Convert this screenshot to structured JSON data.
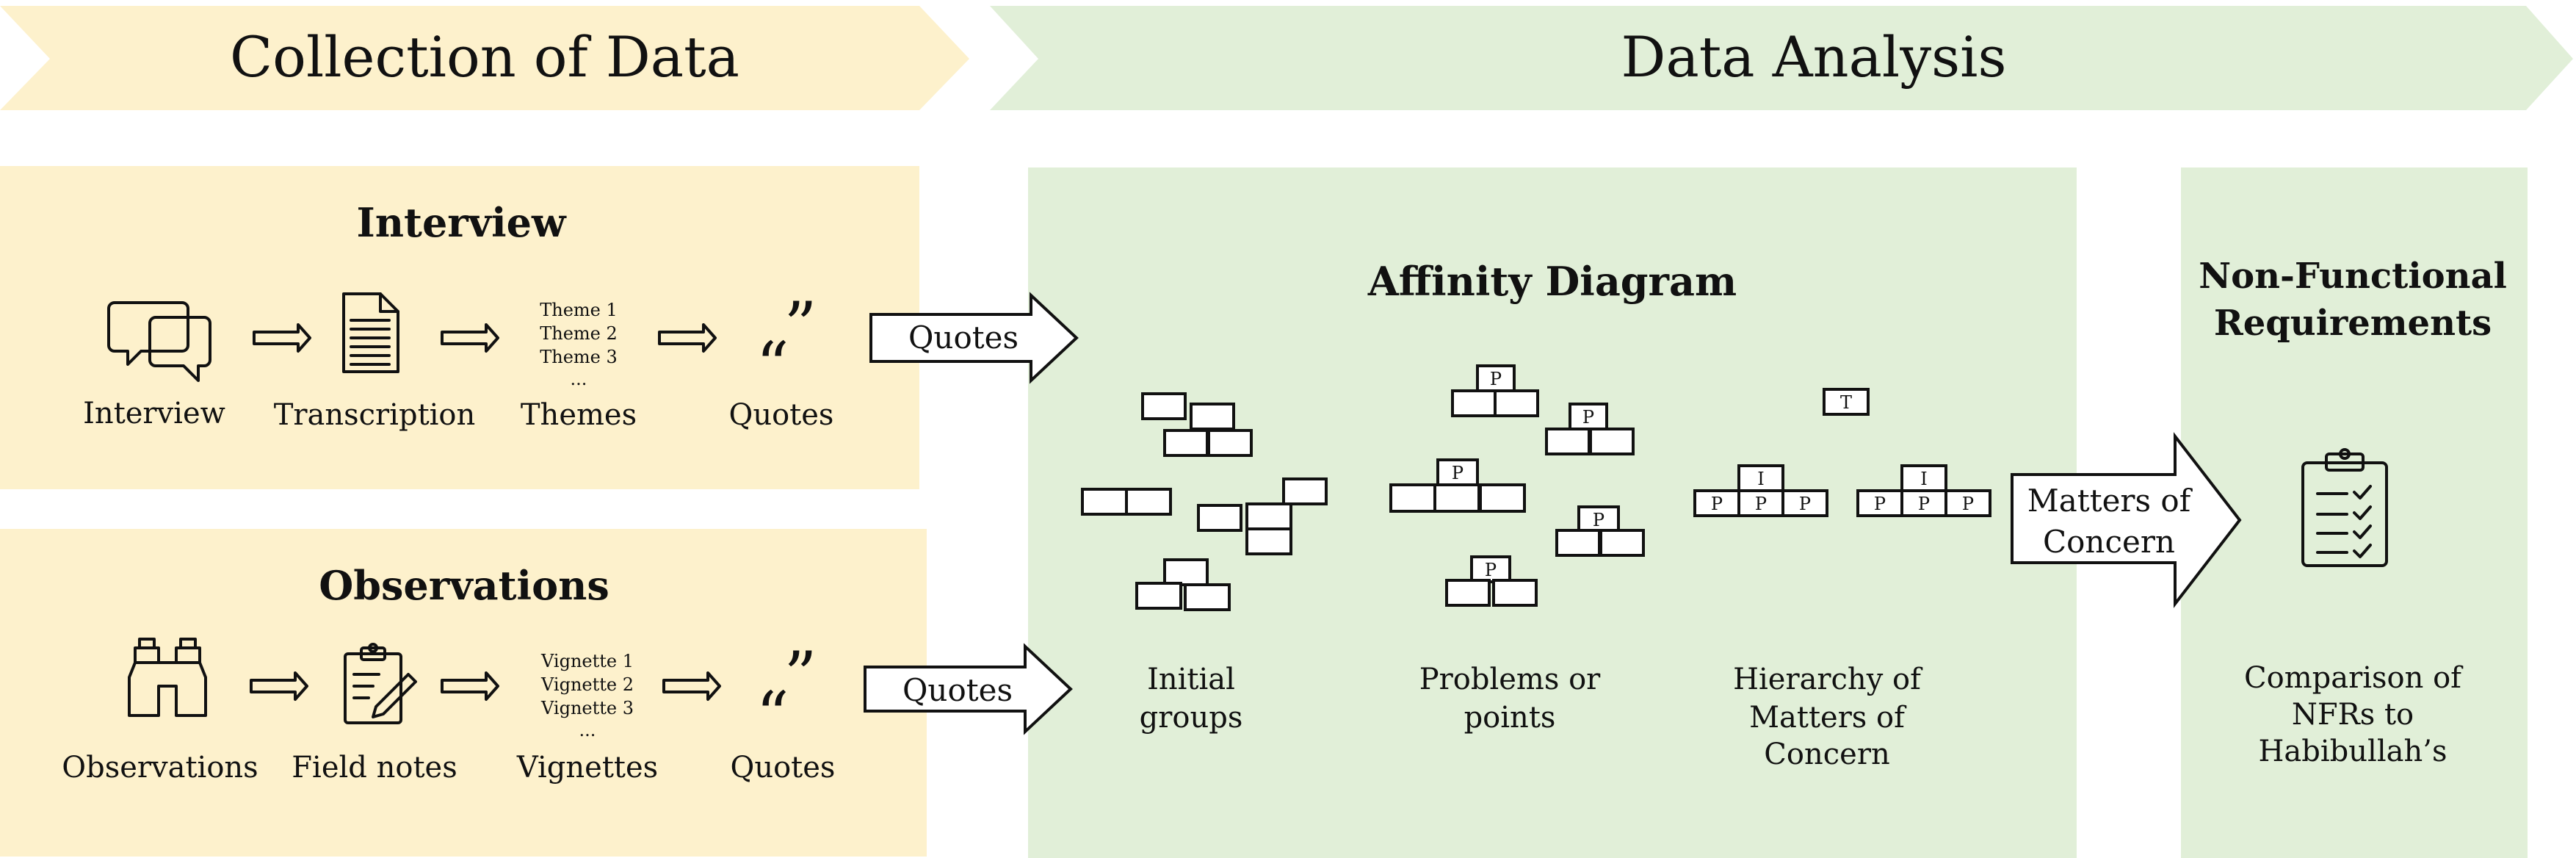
{
  "header": {
    "collection_title": "Collection of Data",
    "analysis_title": "Data Analysis"
  },
  "interview": {
    "title": "Interview",
    "steps": [
      "Interview",
      "Transcription",
      "Themes",
      "Quotes"
    ],
    "themes": [
      "Theme 1",
      "Theme 2",
      "Theme 3",
      "..."
    ]
  },
  "observations": {
    "title": "Observations",
    "steps": [
      "Observations",
      "Field notes",
      "Vignettes",
      "Quotes"
    ],
    "vignettes": [
      "Vignette 1",
      "Vignette 2",
      "Vignette 3",
      "..."
    ]
  },
  "arrows": {
    "quotes_top": "Quotes",
    "quotes_bottom": "Quotes",
    "matters_line1": "Matters of",
    "matters_line2": "Concern"
  },
  "affinity": {
    "title": "Affinity Diagram",
    "labels": {
      "initial_groups": [
        "Initial",
        "groups"
      ],
      "problems": [
        "Problems or",
        "points"
      ],
      "hierarchy": [
        "Hierarchy of",
        "Matters of",
        "Concern"
      ]
    },
    "marks": {
      "p": "P",
      "i": "I",
      "t": "T"
    }
  },
  "nfr": {
    "title_line1": "Non-Functional",
    "title_line2": "Requirements",
    "caption": [
      "Comparison of",
      "NFRs to",
      "Habibullah’s"
    ]
  },
  "colors": {
    "collection_bg": "#fdf1cc",
    "analysis_bg": "#e1efd8",
    "stroke": "#111111"
  }
}
